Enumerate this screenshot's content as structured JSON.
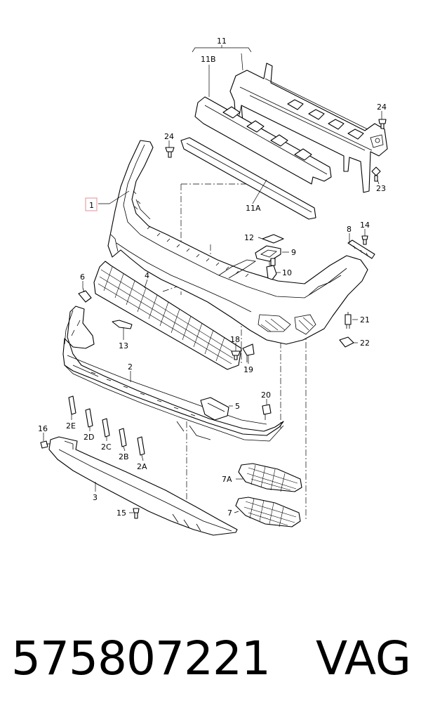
{
  "callouts": {
    "c11": "11",
    "c11b": "11B",
    "c24a": "24",
    "c24b": "24",
    "c23": "23",
    "c11a": "11A",
    "c1": "1",
    "c12": "12",
    "c9": "9",
    "c10": "10",
    "c8": "8",
    "c14": "14",
    "c6": "6",
    "c4": "4",
    "c13": "13",
    "c21": "21",
    "c18": "18",
    "c19": "19",
    "c22": "22",
    "c2": "2",
    "c5": "5",
    "c20": "20",
    "c2e": "2E",
    "c2d": "2D",
    "c2c": "2C",
    "c2b": "2B",
    "c2a": "2A",
    "c16": "16",
    "c3": "3",
    "c7a": "7A",
    "c7": "7",
    "c15": "15"
  },
  "highlight_color": "#e8a0a8",
  "footer": {
    "part_number": "575807221",
    "brand": "VAG"
  }
}
